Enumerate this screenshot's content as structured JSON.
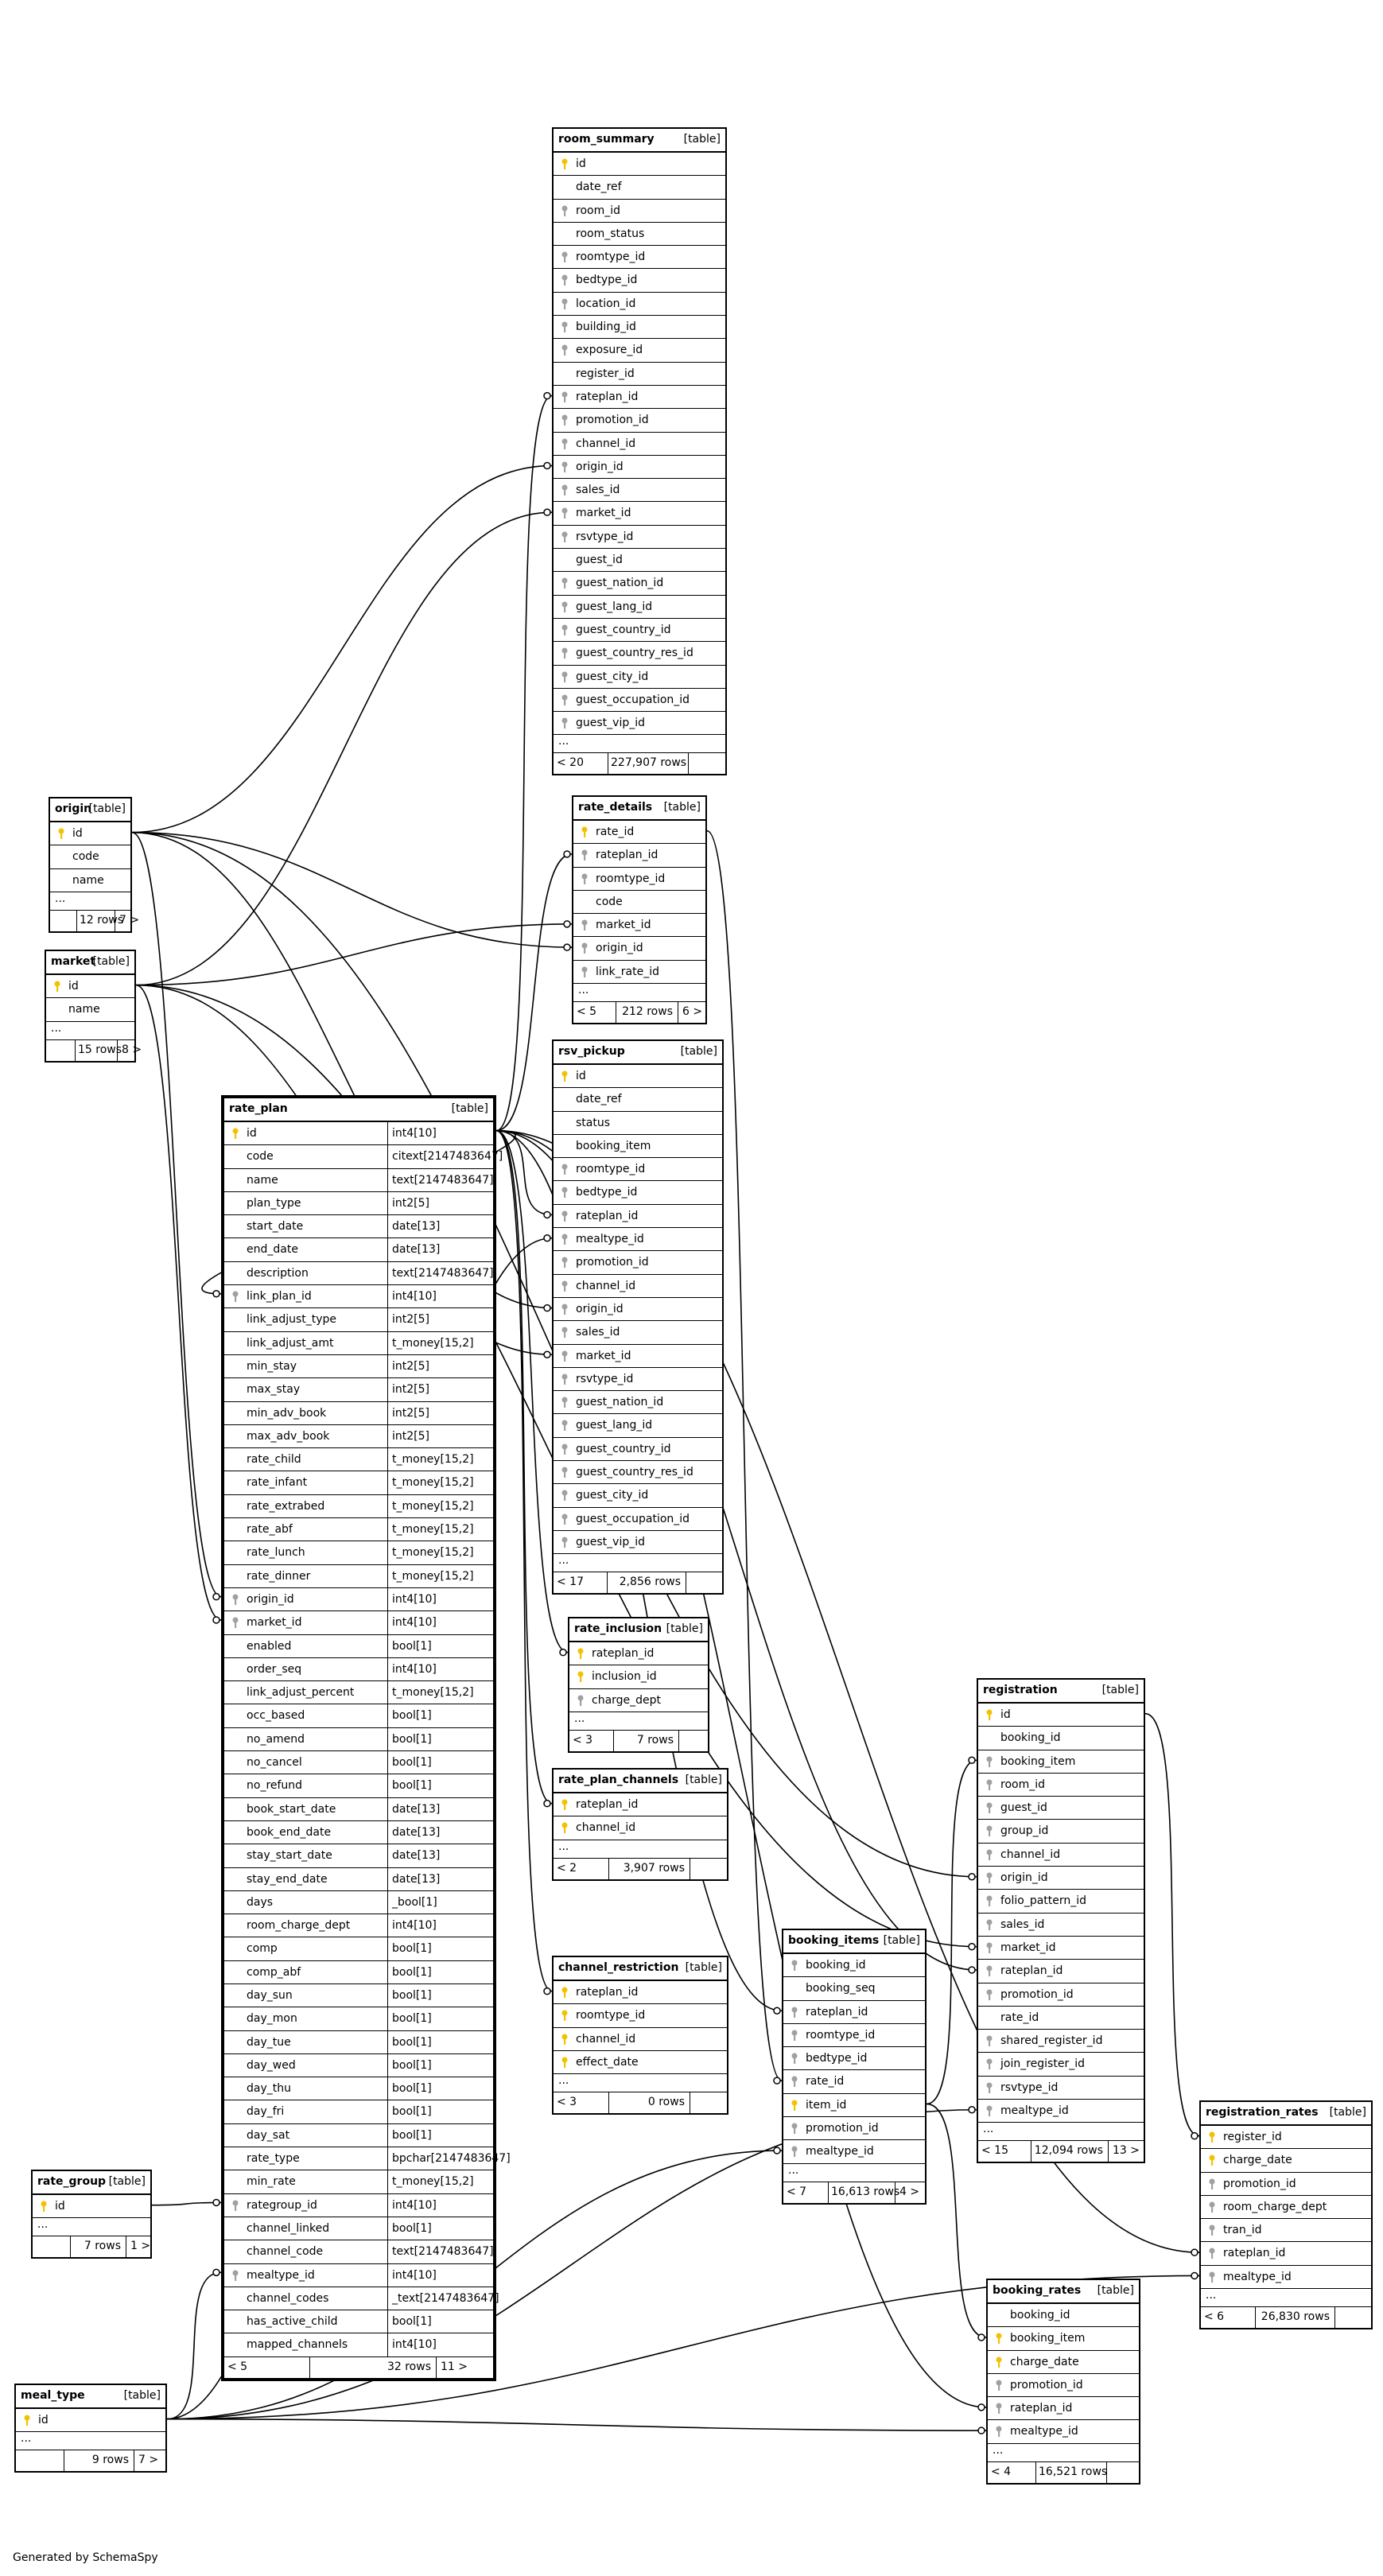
{
  "footer_text": "Generated by SchemaSpy",
  "table_type_label": "[table]",
  "colors": {
    "pk_key": "#f2c200",
    "fk_key": "#a0a0a0",
    "line": "#000000"
  },
  "tables": [
    {
      "name": "room_summary",
      "columns": [
        {
          "n": "id",
          "k": "pk"
        },
        {
          "n": "date_ref"
        },
        {
          "n": "room_id",
          "k": "fk"
        },
        {
          "n": "room_status"
        },
        {
          "n": "roomtype_id",
          "k": "fk"
        },
        {
          "n": "bedtype_id",
          "k": "fk"
        },
        {
          "n": "location_id",
          "k": "fk"
        },
        {
          "n": "building_id",
          "k": "fk"
        },
        {
          "n": "exposure_id",
          "k": "fk"
        },
        {
          "n": "register_id"
        },
        {
          "n": "rateplan_id",
          "k": "fk"
        },
        {
          "n": "promotion_id",
          "k": "fk"
        },
        {
          "n": "channel_id",
          "k": "fk"
        },
        {
          "n": "origin_id",
          "k": "fk"
        },
        {
          "n": "sales_id",
          "k": "fk"
        },
        {
          "n": "market_id",
          "k": "fk"
        },
        {
          "n": "rsvtype_id",
          "k": "fk"
        },
        {
          "n": "guest_id"
        },
        {
          "n": "guest_nation_id",
          "k": "fk"
        },
        {
          "n": "guest_lang_id",
          "k": "fk"
        },
        {
          "n": "guest_country_id",
          "k": "fk"
        },
        {
          "n": "guest_country_res_id",
          "k": "fk"
        },
        {
          "n": "guest_city_id",
          "k": "fk"
        },
        {
          "n": "guest_occupation_id",
          "k": "fk"
        },
        {
          "n": "guest_vip_id",
          "k": "fk"
        }
      ],
      "ellipsis": "...",
      "footer": [
        "< 20",
        "227,907 rows",
        ""
      ]
    },
    {
      "name": "origin",
      "columns": [
        {
          "n": "id",
          "k": "pk"
        },
        {
          "n": "code"
        },
        {
          "n": "name"
        }
      ],
      "ellipsis": "...",
      "footer": [
        "",
        "12 rows",
        "7 >"
      ]
    },
    {
      "name": "rate_details",
      "columns": [
        {
          "n": "rate_id",
          "k": "pk"
        },
        {
          "n": "rateplan_id",
          "k": "fk"
        },
        {
          "n": "roomtype_id",
          "k": "fk"
        },
        {
          "n": "code"
        },
        {
          "n": "market_id",
          "k": "fk"
        },
        {
          "n": "origin_id",
          "k": "fk"
        },
        {
          "n": "link_rate_id",
          "k": "fk"
        }
      ],
      "ellipsis": "...",
      "footer": [
        "< 5",
        "212 rows",
        "6 >"
      ]
    },
    {
      "name": "market",
      "columns": [
        {
          "n": "id",
          "k": "pk"
        },
        {
          "n": "name"
        }
      ],
      "ellipsis": "...",
      "footer": [
        "",
        "15 rows",
        "8 >"
      ]
    },
    {
      "name": "rsv_pickup",
      "columns": [
        {
          "n": "id",
          "k": "pk"
        },
        {
          "n": "date_ref"
        },
        {
          "n": "status"
        },
        {
          "n": "booking_item"
        },
        {
          "n": "roomtype_id",
          "k": "fk"
        },
        {
          "n": "bedtype_id",
          "k": "fk"
        },
        {
          "n": "rateplan_id",
          "k": "fk"
        },
        {
          "n": "mealtype_id",
          "k": "fk"
        },
        {
          "n": "promotion_id",
          "k": "fk"
        },
        {
          "n": "channel_id",
          "k": "fk"
        },
        {
          "n": "origin_id",
          "k": "fk"
        },
        {
          "n": "sales_id",
          "k": "fk"
        },
        {
          "n": "market_id",
          "k": "fk"
        },
        {
          "n": "rsvtype_id",
          "k": "fk"
        },
        {
          "n": "guest_nation_id",
          "k": "fk"
        },
        {
          "n": "guest_lang_id",
          "k": "fk"
        },
        {
          "n": "guest_country_id",
          "k": "fk"
        },
        {
          "n": "guest_country_res_id",
          "k": "fk"
        },
        {
          "n": "guest_city_id",
          "k": "fk"
        },
        {
          "n": "guest_occupation_id",
          "k": "fk"
        },
        {
          "n": "guest_vip_id",
          "k": "fk"
        }
      ],
      "ellipsis": "...",
      "footer": [
        "< 17",
        "2,856 rows",
        ""
      ]
    },
    {
      "name": "rate_plan",
      "columns": [
        {
          "n": "id",
          "t": "int4[10]",
          "k": "pk"
        },
        {
          "n": "code",
          "t": "citext[2147483647]"
        },
        {
          "n": "name",
          "t": "text[2147483647]"
        },
        {
          "n": "plan_type",
          "t": "int2[5]"
        },
        {
          "n": "start_date",
          "t": "date[13]"
        },
        {
          "n": "end_date",
          "t": "date[13]"
        },
        {
          "n": "description",
          "t": "text[2147483647]"
        },
        {
          "n": "link_plan_id",
          "t": "int4[10]",
          "k": "fk"
        },
        {
          "n": "link_adjust_type",
          "t": "int2[5]"
        },
        {
          "n": "link_adjust_amt",
          "t": "t_money[15,2]"
        },
        {
          "n": "min_stay",
          "t": "int2[5]"
        },
        {
          "n": "max_stay",
          "t": "int2[5]"
        },
        {
          "n": "min_adv_book",
          "t": "int2[5]"
        },
        {
          "n": "max_adv_book",
          "t": "int2[5]"
        },
        {
          "n": "rate_child",
          "t": "t_money[15,2]"
        },
        {
          "n": "rate_infant",
          "t": "t_money[15,2]"
        },
        {
          "n": "rate_extrabed",
          "t": "t_money[15,2]"
        },
        {
          "n": "rate_abf",
          "t": "t_money[15,2]"
        },
        {
          "n": "rate_lunch",
          "t": "t_money[15,2]"
        },
        {
          "n": "rate_dinner",
          "t": "t_money[15,2]"
        },
        {
          "n": "origin_id",
          "t": "int4[10]",
          "k": "fk"
        },
        {
          "n": "market_id",
          "t": "int4[10]",
          "k": "fk"
        },
        {
          "n": "enabled",
          "t": "bool[1]"
        },
        {
          "n": "order_seq",
          "t": "int4[10]"
        },
        {
          "n": "link_adjust_percent",
          "t": "t_money[15,2]"
        },
        {
          "n": "occ_based",
          "t": "bool[1]"
        },
        {
          "n": "no_amend",
          "t": "bool[1]"
        },
        {
          "n": "no_cancel",
          "t": "bool[1]"
        },
        {
          "n": "no_refund",
          "t": "bool[1]"
        },
        {
          "n": "book_start_date",
          "t": "date[13]"
        },
        {
          "n": "book_end_date",
          "t": "date[13]"
        },
        {
          "n": "stay_start_date",
          "t": "date[13]"
        },
        {
          "n": "stay_end_date",
          "t": "date[13]"
        },
        {
          "n": "days",
          "t": "_bool[1]"
        },
        {
          "n": "room_charge_dept",
          "t": "int4[10]"
        },
        {
          "n": "comp",
          "t": "bool[1]"
        },
        {
          "n": "comp_abf",
          "t": "bool[1]"
        },
        {
          "n": "day_sun",
          "t": "bool[1]"
        },
        {
          "n": "day_mon",
          "t": "bool[1]"
        },
        {
          "n": "day_tue",
          "t": "bool[1]"
        },
        {
          "n": "day_wed",
          "t": "bool[1]"
        },
        {
          "n": "day_thu",
          "t": "bool[1]"
        },
        {
          "n": "day_fri",
          "t": "bool[1]"
        },
        {
          "n": "day_sat",
          "t": "bool[1]"
        },
        {
          "n": "rate_type",
          "t": "bpchar[2147483647]"
        },
        {
          "n": "min_rate",
          "t": "t_money[15,2]"
        },
        {
          "n": "rategroup_id",
          "t": "int4[10]",
          "k": "fk"
        },
        {
          "n": "channel_linked",
          "t": "bool[1]"
        },
        {
          "n": "channel_code",
          "t": "text[2147483647]"
        },
        {
          "n": "mealtype_id",
          "t": "int4[10]",
          "k": "fk"
        },
        {
          "n": "channel_codes",
          "t": "_text[2147483647]"
        },
        {
          "n": "has_active_child",
          "t": "bool[1]"
        },
        {
          "n": "mapped_channels",
          "t": "int4[10]"
        }
      ],
      "footer": [
        "< 5",
        "32 rows",
        "11 >"
      ]
    },
    {
      "name": "rate_inclusion",
      "columns": [
        {
          "n": "rateplan_id",
          "k": "pk"
        },
        {
          "n": "inclusion_id",
          "k": "pk"
        },
        {
          "n": "charge_dept",
          "k": "fk"
        }
      ],
      "ellipsis": "...",
      "footer": [
        "< 3",
        "7 rows",
        ""
      ]
    },
    {
      "name": "registration",
      "columns": [
        {
          "n": "id",
          "k": "pk"
        },
        {
          "n": "booking_id"
        },
        {
          "n": "booking_item",
          "k": "fk"
        },
        {
          "n": "room_id",
          "k": "fk"
        },
        {
          "n": "guest_id",
          "k": "fk"
        },
        {
          "n": "group_id",
          "k": "fk"
        },
        {
          "n": "channel_id",
          "k": "fk"
        },
        {
          "n": "origin_id",
          "k": "fk"
        },
        {
          "n": "folio_pattern_id",
          "k": "fk"
        },
        {
          "n": "sales_id",
          "k": "fk"
        },
        {
          "n": "market_id",
          "k": "fk"
        },
        {
          "n": "rateplan_id",
          "k": "fk"
        },
        {
          "n": "promotion_id",
          "k": "fk"
        },
        {
          "n": "rate_id"
        },
        {
          "n": "shared_register_id",
          "k": "fk"
        },
        {
          "n": "join_register_id",
          "k": "fk"
        },
        {
          "n": "rsvtype_id",
          "k": "fk"
        },
        {
          "n": "mealtype_id",
          "k": "fk"
        }
      ],
      "ellipsis": "...",
      "footer": [
        "< 15",
        "12,094 rows",
        "13 >"
      ]
    },
    {
      "name": "rate_plan_channels",
      "columns": [
        {
          "n": "rateplan_id",
          "k": "pk"
        },
        {
          "n": "channel_id",
          "k": "pk"
        }
      ],
      "ellipsis": "...",
      "footer": [
        "< 2",
        "3,907 rows",
        ""
      ]
    },
    {
      "name": "booking_items",
      "columns": [
        {
          "n": "booking_id",
          "k": "fk"
        },
        {
          "n": "booking_seq"
        },
        {
          "n": "rateplan_id",
          "k": "fk"
        },
        {
          "n": "roomtype_id",
          "k": "fk"
        },
        {
          "n": "bedtype_id",
          "k": "fk"
        },
        {
          "n": "rate_id",
          "k": "fk"
        },
        {
          "n": "item_id",
          "k": "pk"
        },
        {
          "n": "promotion_id",
          "k": "fk"
        },
        {
          "n": "mealtype_id",
          "k": "fk"
        }
      ],
      "ellipsis": "...",
      "footer": [
        "< 7",
        "16,613 rows",
        "4 >"
      ]
    },
    {
      "name": "channel_restriction",
      "columns": [
        {
          "n": "rateplan_id",
          "k": "pk"
        },
        {
          "n": "roomtype_id",
          "k": "pk"
        },
        {
          "n": "channel_id",
          "k": "pk"
        },
        {
          "n": "effect_date",
          "k": "pk"
        }
      ],
      "ellipsis": "...",
      "footer": [
        "< 3",
        "0 rows",
        ""
      ]
    },
    {
      "name": "registration_rates",
      "columns": [
        {
          "n": "register_id",
          "k": "pk"
        },
        {
          "n": "charge_date",
          "k": "pk"
        },
        {
          "n": "promotion_id",
          "k": "fk"
        },
        {
          "n": "room_charge_dept",
          "k": "fk"
        },
        {
          "n": "tran_id",
          "k": "fk"
        },
        {
          "n": "rateplan_id",
          "k": "fk"
        },
        {
          "n": "mealtype_id",
          "k": "fk"
        }
      ],
      "ellipsis": "...",
      "footer": [
        "< 6",
        "26,830 rows",
        ""
      ]
    },
    {
      "name": "rate_group",
      "columns": [
        {
          "n": "id",
          "k": "pk"
        }
      ],
      "ellipsis": "...",
      "footer": [
        "",
        "7 rows",
        "1 >"
      ]
    },
    {
      "name": "booking_rates",
      "columns": [
        {
          "n": "booking_id"
        },
        {
          "n": "booking_item",
          "k": "pk"
        },
        {
          "n": "charge_date",
          "k": "pk"
        },
        {
          "n": "promotion_id",
          "k": "fk"
        },
        {
          "n": "rateplan_id",
          "k": "fk"
        },
        {
          "n": "mealtype_id",
          "k": "fk"
        }
      ],
      "ellipsis": "...",
      "footer": [
        "< 4",
        "16,521 rows",
        ""
      ]
    },
    {
      "name": "meal_type",
      "columns": [
        {
          "n": "id",
          "k": "pk"
        }
      ],
      "ellipsis": "...",
      "footer": [
        "",
        "9 rows",
        "7 >"
      ]
    }
  ]
}
